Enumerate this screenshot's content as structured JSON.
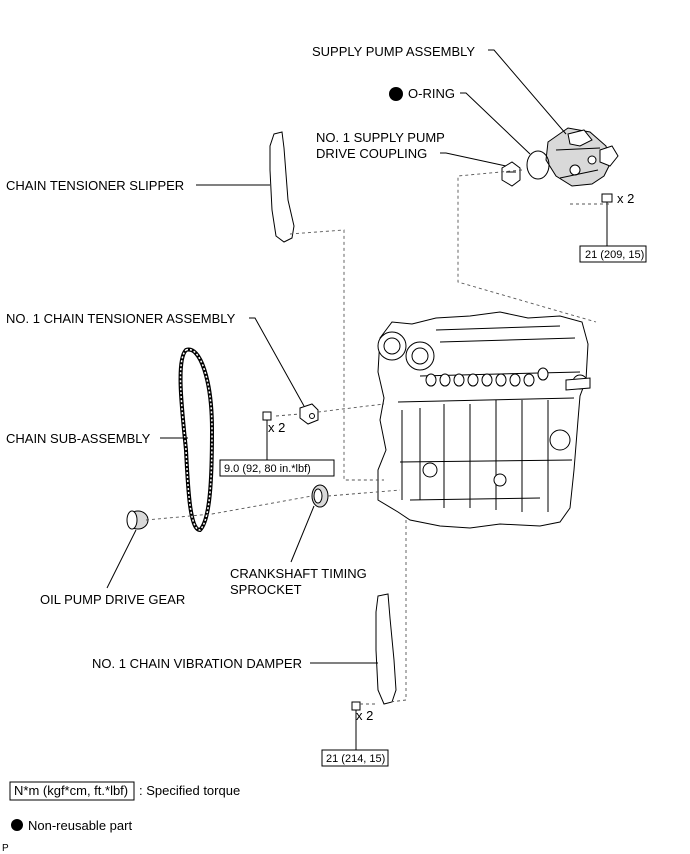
{
  "labels": {
    "supply_pump_assembly": "SUPPLY PUMP ASSEMBLY",
    "o_ring": "O-RING",
    "coupling_line1": "NO. 1 SUPPLY PUMP",
    "coupling_line2": "DRIVE COUPLING",
    "chain_tensioner_slipper": "CHAIN TENSIONER SLIPPER",
    "chain_tensioner_assembly": "NO. 1 CHAIN TENSIONER ASSEMBLY",
    "chain_sub_assembly": "CHAIN SUB-ASSEMBLY",
    "oil_pump_drive_gear": "OIL PUMP DRIVE GEAR",
    "crank_line1": "CRANKSHAFT TIMING",
    "crank_line2": "SPROCKET",
    "vibration_damper": "NO. 1 CHAIN VIBRATION DAMPER"
  },
  "quantities": {
    "pump_bolts": "x 2",
    "tensioner_bolts": "x 2",
    "damper_bolts": "x 2"
  },
  "torques": {
    "pump": "21 (209, 15)",
    "tensioner": "9.0 (92, 80 in.*lbf)",
    "damper": "21 (214, 15)"
  },
  "legend": {
    "torque_box": "N*m (kgf*cm, ft.*lbf)",
    "torque_desc": ": Specified torque",
    "nonreusable_desc": "Non-reusable part"
  },
  "footer_code": "P"
}
